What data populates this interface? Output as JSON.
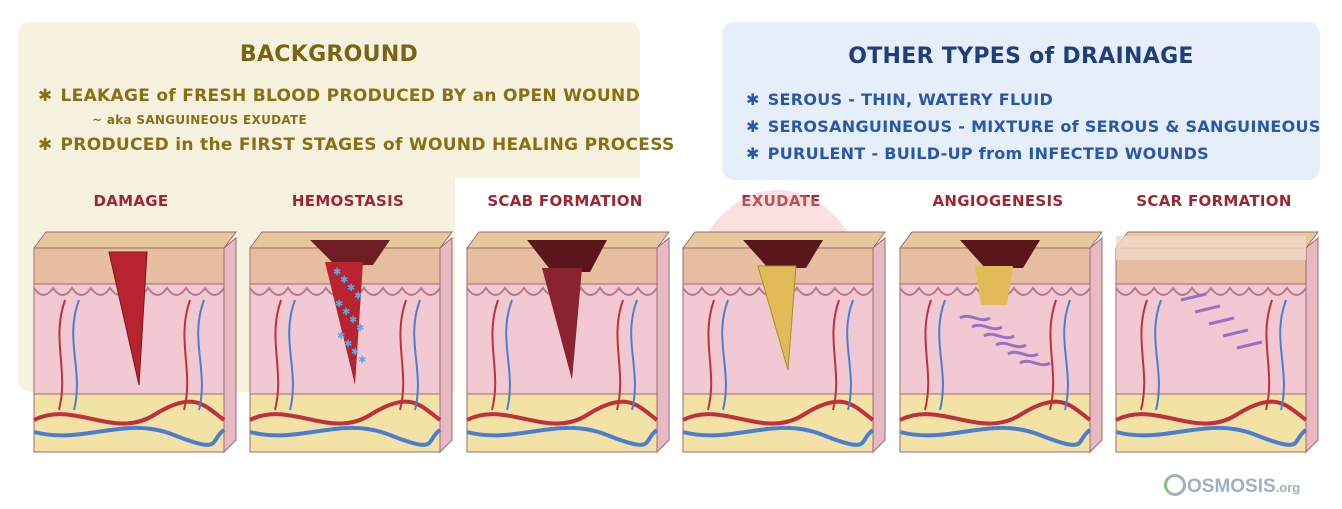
{
  "background": {
    "title": "BACKGROUND",
    "bullets": [
      "LEAKAGE of FRESH BLOOD PRODUCED BY an OPEN WOUND",
      "PRODUCED in the FIRST STAGES of WOUND HEALING PROCESS"
    ],
    "sub_note": "~ aka SANGUINEOUS EXUDATE"
  },
  "other_drainage": {
    "title": "OTHER TYPES of DRAINAGE",
    "bullets": [
      "SEROUS - THIN, WATERY FLUID",
      "SEROSANGUINEOUS - MIXTURE of SEROUS & SANGUINEOUS",
      "PURULENT - BUILD-UP from INFECTED WOUNDS"
    ]
  },
  "stages": [
    "DAMAGE",
    "HEMOSTASIS",
    "SCAB FORMATION",
    "EXUDATE",
    "ANGIOGENESIS",
    "SCAR FORMATION"
  ],
  "logo": {
    "name": "OSMOSIS",
    "suffix": ".org"
  },
  "colors": {
    "background_panel": "#f7f2df",
    "drainage_panel": "#e6eef9",
    "stage_label": "#a32431",
    "blood": "#b8232f",
    "scab": "#6e1d24",
    "exudate": "#e2bb58"
  }
}
